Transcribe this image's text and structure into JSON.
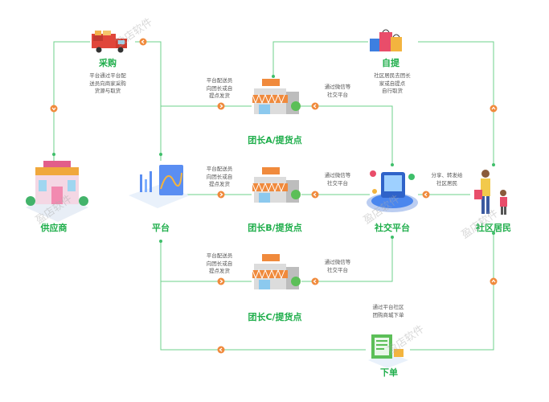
{
  "colors": {
    "line": "#6dd08b",
    "arrow": "#f08a3c",
    "title": "#1fae4b",
    "text": "#555555"
  },
  "nodes": {
    "purchase": {
      "title": "采购",
      "desc": "平台通过平台配\n送员向商家采购\n货源与取货",
      "icon": "delivery-truck-icon"
    },
    "pickup": {
      "title": "自提",
      "desc": "社区居民去团长\n家或自提点\n自行取货",
      "icon": "shopping-bags-icon"
    },
    "supplier": {
      "title": "供应商",
      "icon": "supplier-store-icon"
    },
    "platform": {
      "title": "平台",
      "icon": "platform-chart-icon"
    },
    "leader_a": {
      "title": "团长A/提货点",
      "icon": "shop-icon"
    },
    "leader_b": {
      "title": "团长B/提货点",
      "icon": "shop-icon"
    },
    "leader_c": {
      "title": "团长C/提货点",
      "icon": "shop-icon"
    },
    "social": {
      "title": "社交平台",
      "icon": "social-platform-icon"
    },
    "residents": {
      "title": "社区居民",
      "icon": "residents-icon"
    },
    "order": {
      "title": "下单",
      "icon": "order-board-icon"
    }
  },
  "labels": {
    "dispatch_a": "平台配送员\n向团长或自\n提点发货",
    "dispatch_b": "平台配送员\n向团长或自\n提点发货",
    "dispatch_c": "平台配送员\n向团长或自\n提点发货",
    "wechat_a": "通过微信等\n社交平台",
    "wechat_b": "通过微信等\n社交平台",
    "wechat_c": "通过微信等\n社交平台",
    "share": "分享、转发给\n社区居民",
    "order_desc": "通过平台社区\n团购商城下单"
  },
  "watermark": "盈店软件"
}
